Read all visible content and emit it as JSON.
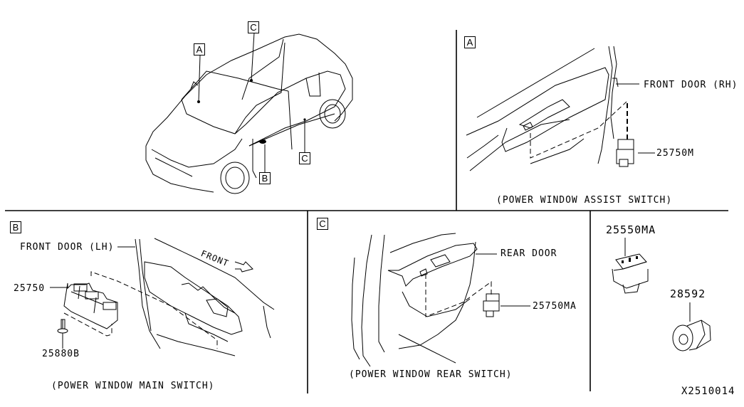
{
  "diagram_id": "X2510014",
  "overview": {
    "callouts": [
      "A",
      "C",
      "B",
      "C"
    ]
  },
  "panel_a": {
    "letter": "A",
    "location_label": "FRONT DOOR (RH)",
    "part_number": "25750M",
    "caption": "(POWER WINDOW ASSIST SWITCH)"
  },
  "panel_b": {
    "letter": "B",
    "location_label": "FRONT DOOR (LH)",
    "direction_label": "FRONT",
    "part_numbers": [
      "25750",
      "25880B"
    ],
    "caption": "(POWER WINDOW MAIN SWITCH)"
  },
  "panel_c": {
    "letter": "C",
    "location_label": "REAR DOOR",
    "part_number": "25750MA",
    "caption": "(POWER WINDOW REAR SWITCH)"
  },
  "panel_d": {
    "part_numbers": [
      "25550MA",
      "28592"
    ]
  }
}
